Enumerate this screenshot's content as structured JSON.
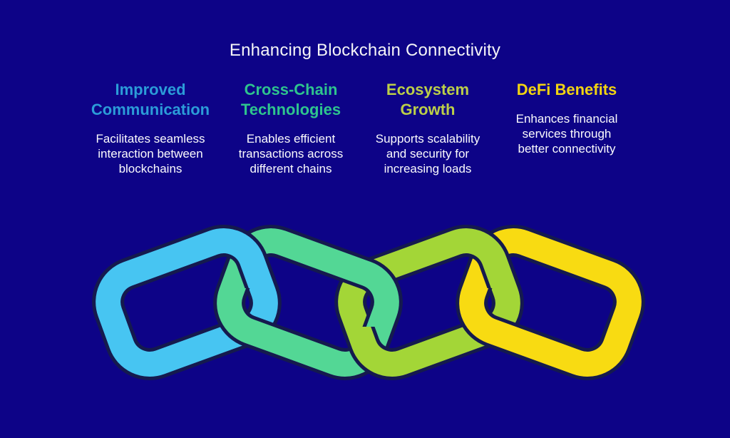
{
  "title": "Enhancing Blockchain Connectivity",
  "background_color": "#0D0387",
  "columns": [
    {
      "heading": "Improved\nCommunication",
      "body": "Facilitates seamless\ninteraction between\nblockchains",
      "color": "#2B9CD8"
    },
    {
      "heading": "Cross-Chain\nTechnologies",
      "body": "Enables efficient\ntransactions across\ndifferent chains",
      "color": "#2EC48E"
    },
    {
      "heading": "Ecosystem\nGrowth",
      "body": "Supports scalability\nand security for\nincreasing loads",
      "color": "#BCCF48"
    },
    {
      "heading": "DeFi Benefits",
      "body": "Enhances financial\nservices through\nbetter connectivity",
      "color": "#F2D411"
    }
  ],
  "chain": {
    "outline_color": "#151A4E",
    "links": [
      {
        "name": "improved-communication",
        "color": "#47C5F2"
      },
      {
        "name": "cross-chain-technologies",
        "color": "#53D795"
      },
      {
        "name": "ecosystem-growth",
        "color": "#A3D637"
      },
      {
        "name": "defi-benefits",
        "color": "#F8DB12"
      }
    ]
  }
}
